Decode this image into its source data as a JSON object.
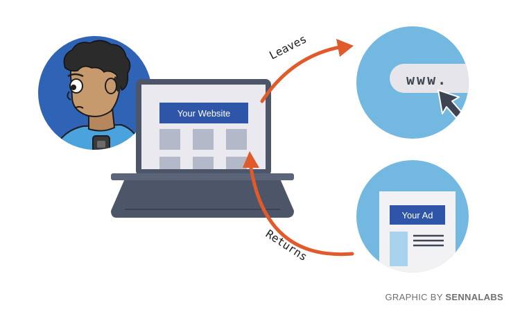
{
  "diagram": {
    "website_label": "Your Website",
    "url_label": "www.",
    "ad_label": "Your Ad",
    "leaves_label": "Leaves",
    "returns_label": "Returns"
  },
  "credit": {
    "prefix": "GRAPHIC BY ",
    "brand": "SENNALABS"
  },
  "colors": {
    "circle_blue": "#2e63b5",
    "light_blue": "#72b8e1",
    "arrow_orange": "#e05a2b",
    "laptop_dark": "#4d5568",
    "banner_blue": "#2e55a8",
    "tile_gray": "#b4b9c9"
  },
  "icons": [
    "person-avatar",
    "laptop-icon",
    "cursor-arrow-icon",
    "ad-page-icon"
  ]
}
